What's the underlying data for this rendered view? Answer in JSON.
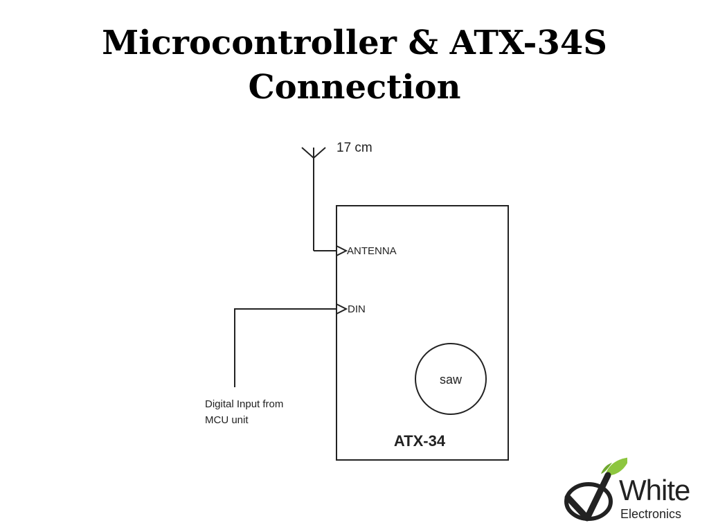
{
  "slide": {
    "title_line1": "Microcontroller & ATX-34S",
    "title_line2": "Connection"
  },
  "diagram": {
    "antenna_length": "17 cm",
    "pin_antenna": "ANTENNA",
    "pin_din": "DIN",
    "saw_label": "saw",
    "module_label": "ATX-34",
    "input_label_line1": "Digital Input from",
    "input_label_line2": "MCU unit"
  },
  "logo": {
    "word": "White",
    "sub": "Electronics",
    "accent_color": "#8dc63f",
    "dark_color": "#222222"
  }
}
